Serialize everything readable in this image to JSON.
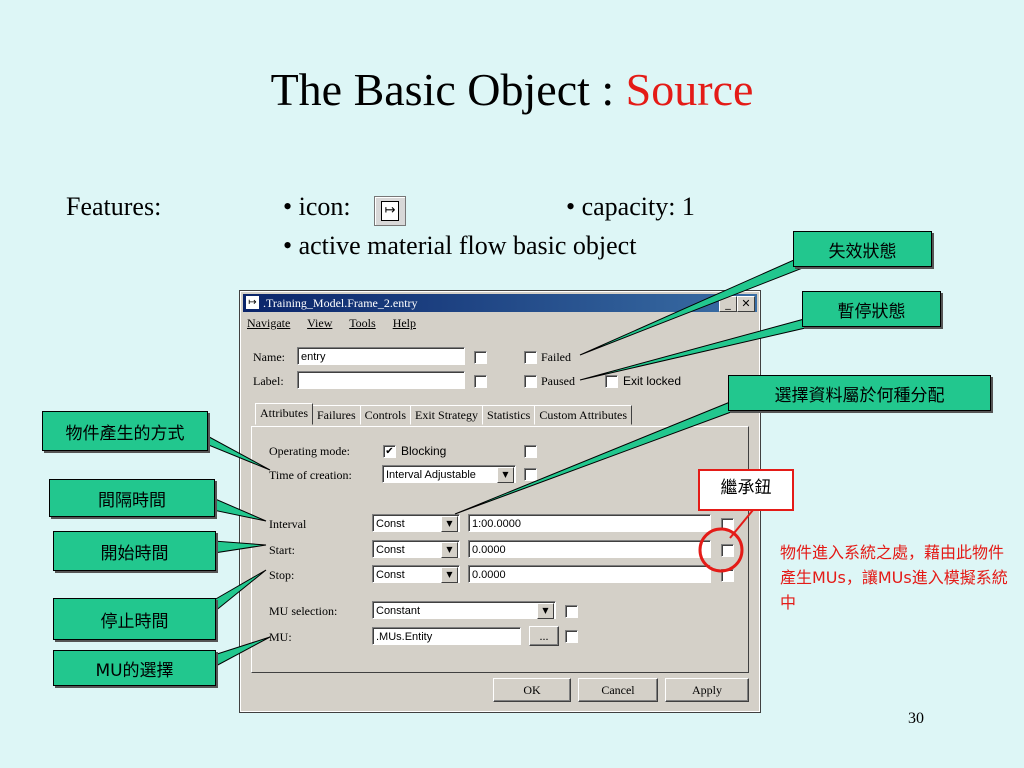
{
  "slide": {
    "title_main": "The Basic Object : ",
    "title_accent": "Source",
    "features_label": "Features:",
    "bullet_icon": "• icon:",
    "bullet_capacity": "• capacity: 1",
    "bullet_active": "• active material flow basic object",
    "page_number": "30",
    "source_icon": "source-arrow-icon",
    "accent_color": "#e41b17",
    "callout_color": "#22c78e"
  },
  "callouts": {
    "failed_state": "失效狀態",
    "paused_state": "暫停狀態",
    "distribution_select": "選擇資料屬於何種分配",
    "creation_mode": "物件產生的方式",
    "interval_time": "間隔時間",
    "start_time": "開始時間",
    "stop_time": "停止時間",
    "mu_select": "MU的選擇",
    "inherit_button": "繼承鈕",
    "note": "物件進入系統之處，藉由此物件產生MUs，讓MUs進入模擬系統中"
  },
  "dialog": {
    "title": ".Training_Model.Frame_2.entry",
    "menu": [
      "Navigate",
      "View",
      "Tools",
      "Help"
    ],
    "name_label": "Name:",
    "name_value": "entry",
    "label_label": "Label:",
    "label_value": "",
    "failed_label": "Failed",
    "paused_label": "Paused",
    "exit_locked_label": "Exit locked",
    "tabs": [
      "Attributes",
      "Failures",
      "Controls",
      "Exit Strategy",
      "Statistics",
      "Custom Attributes"
    ],
    "operating_mode_label": "Operating mode:",
    "blocking_label": "Blocking",
    "time_of_creation_label": "Time of creation:",
    "time_of_creation_value": "Interval Adjustable",
    "interval_label": "Interval",
    "interval_dist": "Const",
    "interval_value": "1:00.0000",
    "start_label": "Start:",
    "start_dist": "Const",
    "start_value": "0.0000",
    "stop_label": "Stop:",
    "stop_dist": "Const",
    "stop_value": "0.0000",
    "mu_selection_label": "MU selection:",
    "mu_selection_value": "Constant",
    "mu_label": "MU:",
    "mu_value": ".MUs.Entity",
    "browse_label": "...",
    "ok_label": "OK",
    "cancel_label": "Cancel",
    "apply_label": "Apply"
  }
}
